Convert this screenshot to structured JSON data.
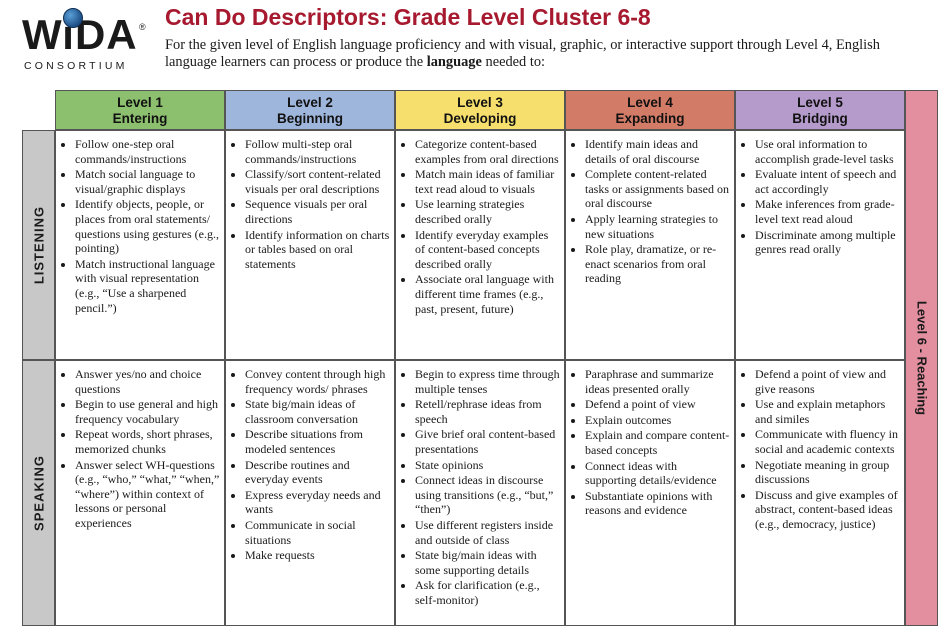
{
  "logo": {
    "word": "WiDA",
    "reg": "®",
    "sub": "CONSORTIUM"
  },
  "title": "Can Do Descriptors: Grade Level Cluster 6-8",
  "intro": {
    "before": "For the given level of English language proficiency and with visual, graphic, or interactive support through Level 4, English language learners can process or produce the ",
    "bold": "language",
    "after": " needed to:"
  },
  "colors": {
    "level1": "#8cbf6e",
    "level2": "#9fb6dc",
    "level3": "#f6df6d",
    "level4": "#d27b67",
    "level5": "#b59bcb",
    "level6": "#e48fa0",
    "domain": "#c8c8c8"
  },
  "levels": [
    {
      "num": "Level 1",
      "name": "Entering"
    },
    {
      "num": "Level 2",
      "name": "Beginning"
    },
    {
      "num": "Level 3",
      "name": "Developing"
    },
    {
      "num": "Level 4",
      "name": "Expanding"
    },
    {
      "num": "Level 5",
      "name": "Bridging"
    }
  ],
  "level6": "Level 6 - Reaching",
  "domains": [
    {
      "name": "LISTENING",
      "cells": [
        [
          "Follow one-step oral commands/instructions",
          "Match social language to visual/graphic displays",
          "Identify objects, people, or places from oral statements/ questions using gestures (e.g., pointing)",
          "Match instructional language with visual representation (e.g., “Use a sharpened pencil.”)"
        ],
        [
          "Follow multi-step oral commands/instructions",
          "Classify/sort content-related visuals per oral descriptions",
          "Sequence visuals per oral directions",
          "Identify information on charts or tables based on oral statements"
        ],
        [
          "Categorize content-based examples from oral directions",
          "Match main ideas of familiar text read aloud to visuals",
          "Use learning strategies described orally",
          "Identify everyday examples of content-based concepts described orally",
          "Associate oral language with different time frames (e.g., past, present, future)"
        ],
        [
          "Identify main ideas and details of oral discourse",
          "Complete content-related tasks or assignments based on oral discourse",
          "Apply learning strategies to new situations",
          "Role play, dramatize, or re-enact scenarios from oral reading"
        ],
        [
          "Use oral information to accomplish grade-level tasks",
          "Evaluate intent of speech and act accordingly",
          "Make inferences from grade-level text read aloud",
          "Discriminate among multiple genres read orally"
        ]
      ]
    },
    {
      "name": "SPEAKING",
      "cells": [
        [
          "Answer yes/no and choice questions",
          "Begin to use general and high frequency vocabulary",
          "Repeat words, short phrases, memorized chunks",
          "Answer select WH-questions (e.g., “who,” “what,” “when,” “where”) within context of lessons or personal experiences"
        ],
        [
          "Convey content through high frequency words/ phrases",
          "State big/main ideas of classroom conversation",
          "Describe situations from modeled sentences",
          "Describe routines and everyday events",
          "Express everyday needs and wants",
          "Communicate in social situations",
          "Make requests"
        ],
        [
          "Begin to express time through multiple tenses",
          "Retell/rephrase ideas from speech",
          "Give brief oral content-based presentations",
          "State opinions",
          "Connect ideas in discourse using transitions (e.g., “but,” “then”)",
          "Use different registers inside and outside of class",
          "State big/main ideas with some supporting details",
          "Ask for clarification (e.g., self-monitor)"
        ],
        [
          "Paraphrase and summarize ideas presented orally",
          "Defend a point of view",
          "Explain outcomes",
          "Explain and compare content-based concepts",
          "Connect ideas with supporting details/evidence",
          "Substantiate opinions with reasons and evidence"
        ],
        [
          "Defend a point of view and give reasons",
          "Use and explain metaphors and similes",
          "Communicate with fluency in social and academic contexts",
          "Negotiate meaning in group discussions",
          "Discuss and give examples of abstract, content-based ideas (e.g., democracy, justice)"
        ]
      ]
    }
  ]
}
